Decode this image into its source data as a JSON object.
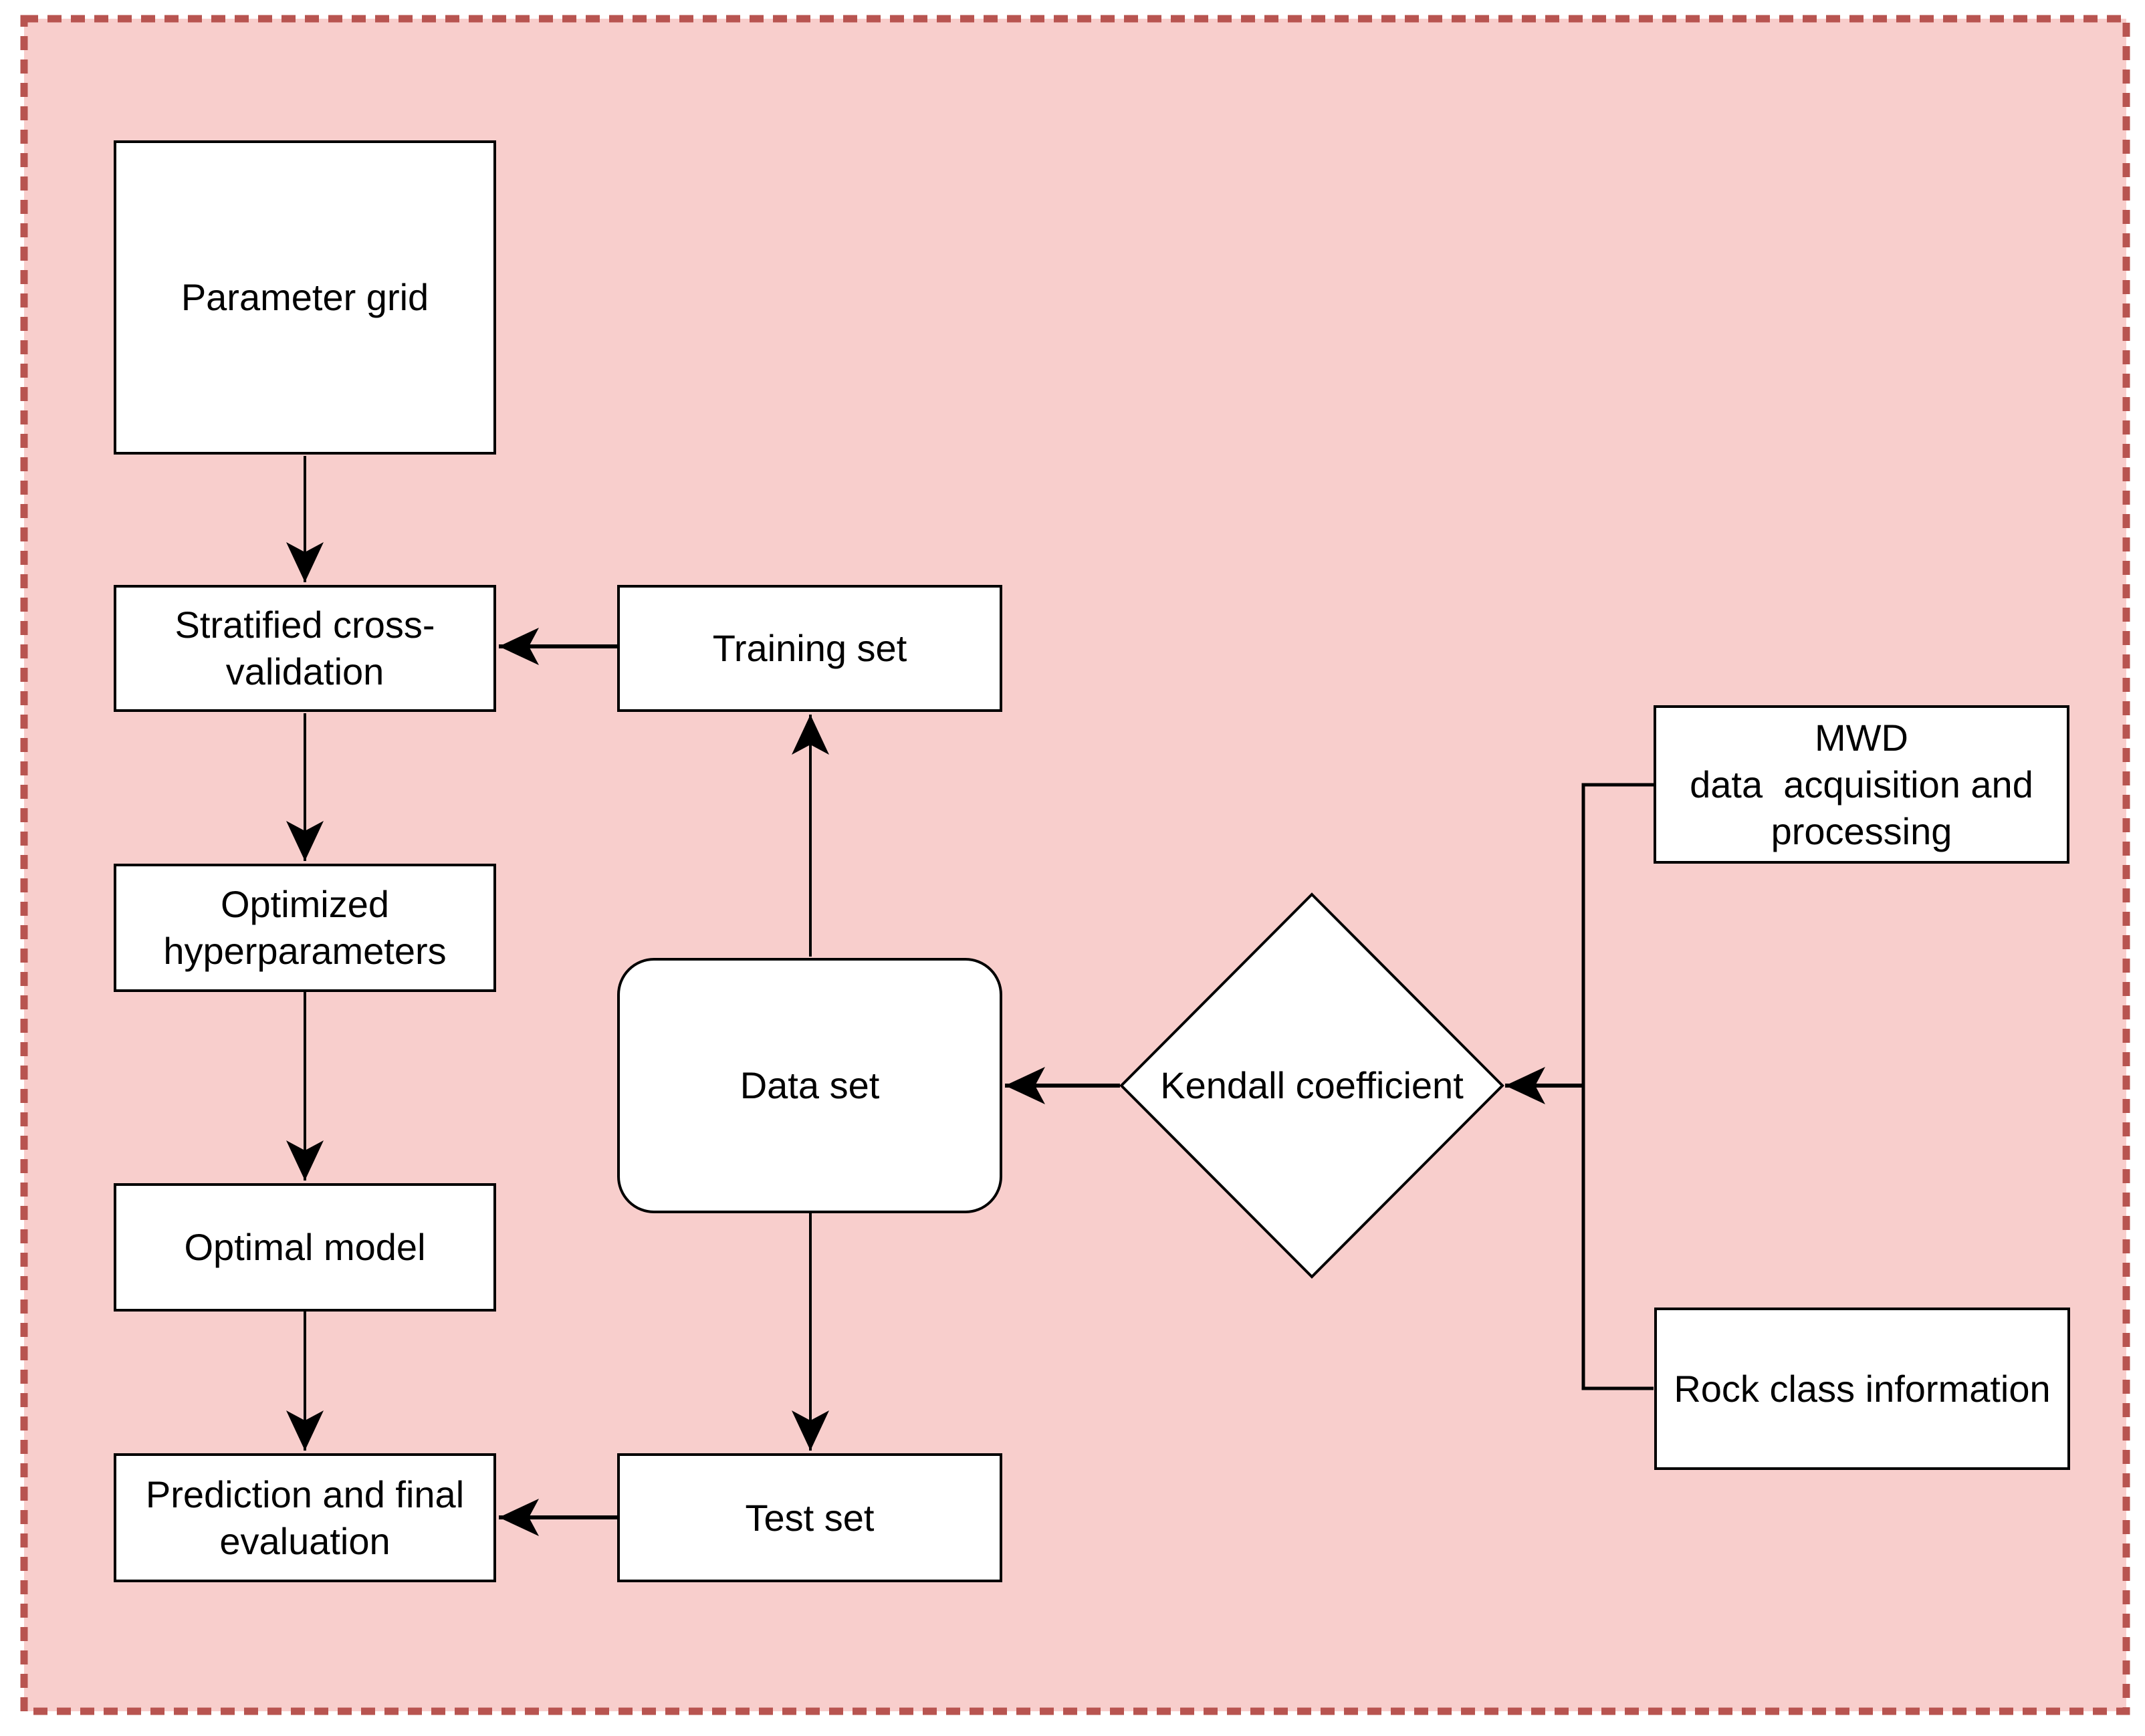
{
  "diagram": {
    "colors": {
      "background": "#f8cecc",
      "border": "#b85450",
      "node_fill": "#ffffff",
      "node_stroke": "#000000",
      "connector": "#000000"
    },
    "nodes": {
      "parameter_grid": {
        "label": "Parameter grid"
      },
      "stratified_cross_validation": {
        "line1": "Stratified cross-",
        "line2": "validation"
      },
      "training_set": {
        "label": "Training set"
      },
      "optimized_hyperparameters": {
        "line1": "Optimized",
        "line2": "hyperparameters"
      },
      "data_set": {
        "label": "Data set"
      },
      "kendall_coefficient": {
        "label": "Kendall coefficient"
      },
      "optimal_model": {
        "label": "Optimal model"
      },
      "prediction_final_evaluation": {
        "line1": "Prediction and final",
        "line2": "evaluation"
      },
      "test_set": {
        "label": "Test set"
      },
      "mwd_acquisition": {
        "line1": "MWD",
        "line2": "data  acquisition and",
        "line3": "processing"
      },
      "rock_class_information": {
        "label": "Rock class information"
      }
    }
  }
}
